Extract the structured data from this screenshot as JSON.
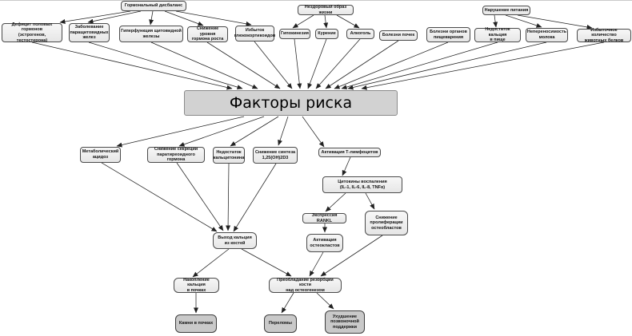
{
  "diagram": {
    "title": "Факторы риска",
    "colors": {
      "node_fill": "#efefef",
      "node_border": "#4a4a4a",
      "center_fill": "#d2d2d2",
      "terminal_fill": "#c9c9c9",
      "arrow": "#222222",
      "background": "#ffffff"
    },
    "nodes": {
      "hormonal": {
        "label": "Гормональный дисбаланс"
      },
      "lifestyle": {
        "label": "Нездоровый образ жизни"
      },
      "nutrition": {
        "label": "Нарушение питания"
      },
      "sex_hormones": {
        "label": "Дефицит половых гормонов\n(эстрогенов, тестостерона)"
      },
      "parathyroid": {
        "label": "Заболевание\nпаращитовидных\nжелез"
      },
      "thyroid": {
        "label": "Гиперфункция щитовидной\nжелезы"
      },
      "growth_hormone": {
        "label": "Снижение уровня\nгормона роста"
      },
      "glucocorticoids": {
        "label": "Избыток\nглюкокортикоидов"
      },
      "hypokinesia": {
        "label": "Гипокинезия"
      },
      "smoking": {
        "label": "Курение"
      },
      "alcohol": {
        "label": "Алкоголь"
      },
      "kidney_diseases": {
        "label": "Болезни почек"
      },
      "digestive_diseases": {
        "label": "Болезни органов\nпищеварения"
      },
      "calcium_deficiency": {
        "label": "Недостаток кальция\nв пище"
      },
      "milk_intolerance": {
        "label": "Непереносимость\nмолока"
      },
      "animal_proteins": {
        "label": "Избыточное количество\nживотных белков"
      },
      "risk_factors": {
        "label": "Факторы риска"
      },
      "metabolic_acidosis": {
        "label": "Метаболический\nацидоз"
      },
      "pth_decrease": {
        "label": "Снижение секреции\nпаратиреоидного гормона"
      },
      "calcitonin_deficiency": {
        "label": "Недостаток\nкальцитонина"
      },
      "vitamin_d_decrease": {
        "label": "Снижение синтеза\n1,25(OH)2D3"
      },
      "t_lymphocytes": {
        "label": "Активация Т-лимфоцитов"
      },
      "cytokines": {
        "label": "Цитокины воспаления\n(IL-1, IL-6, IL-8, TNFα)"
      },
      "rankl": {
        "label": "Экспрессия RANKL"
      },
      "osteoblast_decrease": {
        "label": "Снижение\nпролиферации\nостеобластов"
      },
      "osteoclast_activation": {
        "label": "Активация\nостеокластов"
      },
      "calcium_release": {
        "label": "Выход кальция\nиз костей"
      },
      "calcium_accumulation": {
        "label": "Накопление кальция\nв почках"
      },
      "bone_resorption": {
        "label": "Преобладание резорбции кости\nнад остеогенезом"
      },
      "kidney_stones": {
        "label": "Камни в почках"
      },
      "fractures": {
        "label": "Переломы"
      },
      "spinal_support": {
        "label": "Ухудшение\nпозвоночной\nподдержки"
      }
    },
    "edges": [
      {
        "from": "hormonal",
        "to": "sex_hormones"
      },
      {
        "from": "hormonal",
        "to": "parathyroid"
      },
      {
        "from": "hormonal",
        "to": "thyroid"
      },
      {
        "from": "hormonal",
        "to": "growth_hormone"
      },
      {
        "from": "hormonal",
        "to": "glucocorticoids"
      },
      {
        "from": "lifestyle",
        "to": "hypokinesia"
      },
      {
        "from": "lifestyle",
        "to": "smoking"
      },
      {
        "from": "lifestyle",
        "to": "alcohol"
      },
      {
        "from": "nutrition",
        "to": "calcium_deficiency"
      },
      {
        "from": "nutrition",
        "to": "milk_intolerance"
      },
      {
        "from": "nutrition",
        "to": "animal_proteins"
      },
      {
        "from": "sex_hormones",
        "to": "risk_factors"
      },
      {
        "from": "parathyroid",
        "to": "risk_factors"
      },
      {
        "from": "thyroid",
        "to": "risk_factors"
      },
      {
        "from": "growth_hormone",
        "to": "risk_factors"
      },
      {
        "from": "glucocorticoids",
        "to": "risk_factors"
      },
      {
        "from": "hypokinesia",
        "to": "risk_factors"
      },
      {
        "from": "smoking",
        "to": "risk_factors"
      },
      {
        "from": "alcohol",
        "to": "risk_factors"
      },
      {
        "from": "kidney_diseases",
        "to": "risk_factors"
      },
      {
        "from": "digestive_diseases",
        "to": "risk_factors"
      },
      {
        "from": "calcium_deficiency",
        "to": "risk_factors"
      },
      {
        "from": "milk_intolerance",
        "to": "risk_factors"
      },
      {
        "from": "animal_proteins",
        "to": "risk_factors"
      },
      {
        "from": "risk_factors",
        "to": "metabolic_acidosis"
      },
      {
        "from": "risk_factors",
        "to": "pth_decrease"
      },
      {
        "from": "risk_factors",
        "to": "calcitonin_deficiency"
      },
      {
        "from": "risk_factors",
        "to": "vitamin_d_decrease"
      },
      {
        "from": "risk_factors",
        "to": "t_lymphocytes"
      },
      {
        "from": "t_lymphocytes",
        "to": "cytokines"
      },
      {
        "from": "cytokines",
        "to": "rankl"
      },
      {
        "from": "cytokines",
        "to": "osteoblast_decrease"
      },
      {
        "from": "rankl",
        "to": "osteoclast_activation"
      },
      {
        "from": "metabolic_acidosis",
        "to": "calcium_release"
      },
      {
        "from": "pth_decrease",
        "to": "calcium_release"
      },
      {
        "from": "calcitonin_deficiency",
        "to": "calcium_release"
      },
      {
        "from": "vitamin_d_decrease",
        "to": "calcium_release"
      },
      {
        "from": "calcium_release",
        "to": "calcium_accumulation"
      },
      {
        "from": "calcium_release",
        "to": "bone_resorption"
      },
      {
        "from": "osteoclast_activation",
        "to": "bone_resorption"
      },
      {
        "from": "osteoblast_decrease",
        "to": "bone_resorption"
      },
      {
        "from": "calcium_accumulation",
        "to": "kidney_stones"
      },
      {
        "from": "bone_resorption",
        "to": "fractures"
      },
      {
        "from": "bone_resorption",
        "to": "spinal_support"
      }
    ]
  }
}
